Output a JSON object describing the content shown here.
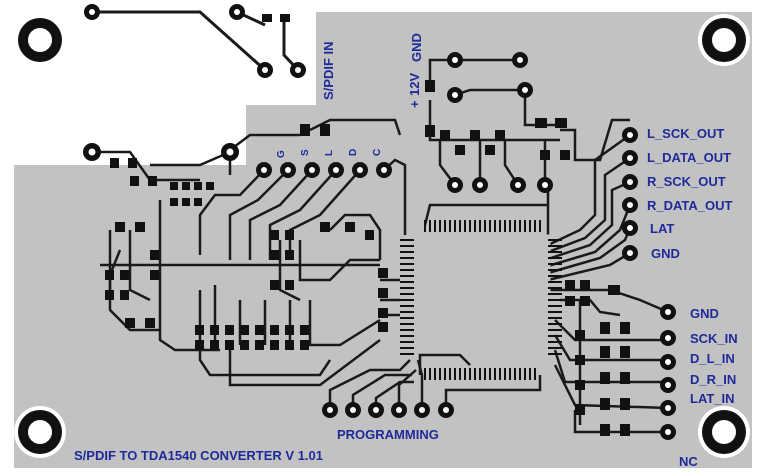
{
  "board": {
    "title": "S/PDIF TO TDA1540 CONVERTER V 1.01",
    "programming_label": "PROGRAMMING",
    "spdif_in_label": "S/PDIF IN",
    "power_plus_label": "+",
    "power_12v_label": "12V",
    "power_gnd_label": "GND",
    "left_header_pins": [
      "G",
      "S",
      "L",
      "D",
      "C"
    ],
    "output_header": [
      "L_SCK_OUT",
      "L_DATA_OUT",
      "R_SCK_OUT",
      "R_DATA_OUT",
      "LAT",
      "GND"
    ],
    "input_header": [
      "GND",
      "SCK_IN",
      "D_L_IN",
      "D_R_IN",
      "LAT_IN",
      "NC"
    ],
    "colors": {
      "copper": "#1a1a1a",
      "ground_fill": "#c2c2c2",
      "label": "#1f2a9a",
      "background": "#ffffff"
    }
  }
}
